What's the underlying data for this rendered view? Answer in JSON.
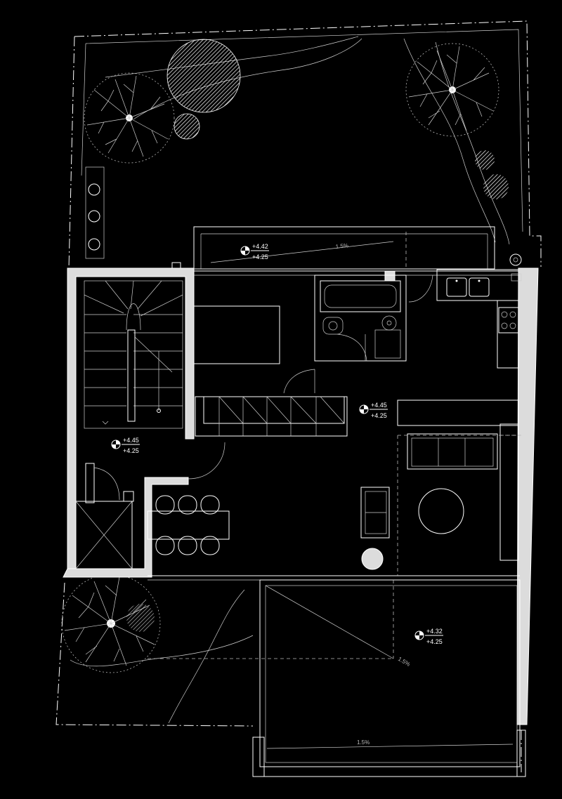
{
  "plan": {
    "levels": [
      {
        "id": "terrace-north",
        "upper": "+4.42",
        "lower": "+4.25"
      },
      {
        "id": "living-main",
        "upper": "+4.45",
        "lower": "+4.25"
      },
      {
        "id": "stair-hall",
        "upper": "+4.45",
        "lower": "+4.25"
      },
      {
        "id": "terrace-south",
        "upper": "+4.32",
        "lower": "+4.25"
      }
    ],
    "slopes": [
      {
        "id": "north-terrace-slope",
        "text": "1.5%"
      },
      {
        "id": "south-terrace-slope-diagonal",
        "text": "1.5%"
      },
      {
        "id": "south-terrace-slope-bottom",
        "text": "1.5%"
      }
    ],
    "colors": {
      "background": "#000000",
      "lines": "#ffffff",
      "walls": "#dcdcdc"
    }
  }
}
